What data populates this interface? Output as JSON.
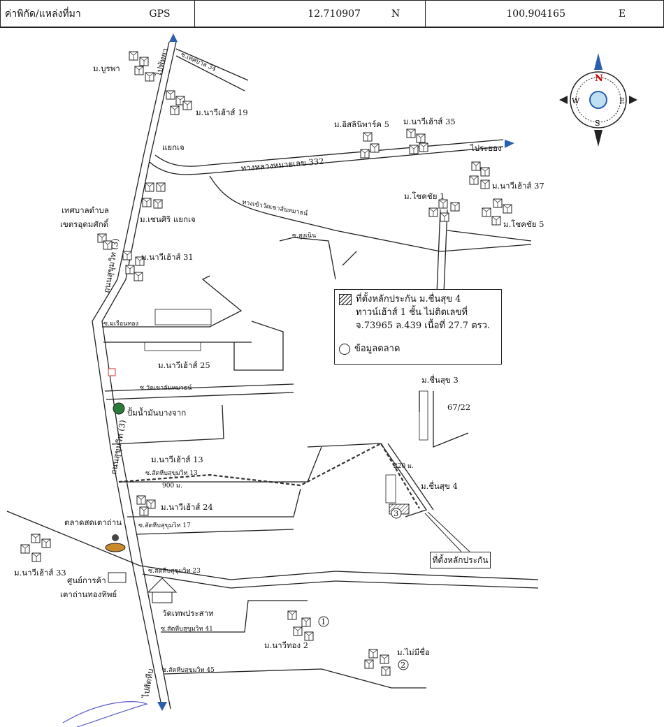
{
  "header": {
    "label": "ค่าพิกัด/แหล่งที่มา",
    "source": "GPS",
    "latitude": "12.710907",
    "lat_dir": "N",
    "longitude": "100.904165",
    "lon_dir": "E"
  },
  "compass": {
    "n": "N",
    "s": "S",
    "e": "E",
    "w": "W"
  },
  "legend": {
    "line1": "ที่ตั้งหลักประกัน ม.ชื่นสุข 4",
    "line2": "ทาวน์เฮ้าส์ 1 ชั้น  ไม่ติดเลขที่",
    "line3": "จ.73965  ล.439 เนื้อที่ 27.7 ตรว.",
    "market": "ข้อมูลตลาด"
  },
  "callout": "ที่ตั้งหลักประกัน",
  "labels": {
    "m_burapha": "ม.บูรพา",
    "soi_thesaban34": "ซ.เทศบาล 34",
    "to_pattaya": "ไปพัทยา",
    "navy19": "ม.นาวีเฮ้าส์ 19",
    "yaek_jae": "แยกเจ",
    "hwy332": "ทางหลวงหมายเลข 332",
    "to_rayong": "ไประยอง",
    "isara5": "ม.อิสลินิพาร์ค 5",
    "navy35": "ม.นาวีเฮ้าส์ 35",
    "navy37": "ม.นาวีเฮ้าส์ 37",
    "road_temple": "ทางเข้าวัดเขาลันทมาธน์",
    "chokchai1": "ม.โชคชัย 1",
    "chokchai5": "ม.โชคชัย 5",
    "thesaban_a": "เทศบาลตำบล",
    "thesaban_b": "เขตรอุดมศักดิ์",
    "sensiri": "ม.เซนศิริ แยกเจ",
    "soi_sungnoen": "ซ.สูงเนิน",
    "navy31": "ม.นาวีเฮ้าส์ 31",
    "sukhumvit_road_a": "ถนนสุขุมวิท (3)",
    "soi_ruenthong": "ซ.มเรือนทอง",
    "navy25": "ม.นาวีเฮ้าส์ 25",
    "soi_khaolan": "ซ.วัดเขาลันทมาธน์",
    "chuensuk3": "ม.ชื่นสุข 3",
    "addr_6722": "67/22",
    "gas_station": "ปั้มน้ำมันบางจาก",
    "sukhumvit_road_b": "ถนนสุขุมวิท (3)",
    "navy13": "ม.นาวีเฮ้าส์ 13",
    "soi_skv13": "ซ.สัตหีบสุขุมวิท 13",
    "dist_220": "220 ม.",
    "dist_900": "900 ม.",
    "chuensuk4": "ม.ชื่นสุข 4",
    "navy24": "ม.นาวีเฮ้าส์ 24",
    "soi_skv17": "ซ.สัตหีบสุขุมวิท 17",
    "market_tao": "ตลาดสดเตาถ่าน",
    "navy33": "ม.นาวีเฮ้าส์ 33",
    "soi_skv23": "ซ.สัตหีบสุขุมวิท 23",
    "shop_a": "ศูนย์การค้า",
    "shop_b": "เตาถ่านทองทิพย์",
    "wat": "วัดเทพประสาท",
    "soi_skv41": "ซ.สัตหีบสุขุมวิท 41",
    "navy_thong2": "ม.นาวีทอง 2",
    "no_name": "ม.ไม่มีชื่อ",
    "soi_skv45": "ซ.สัตหีบสุขุมวิท 45",
    "to_sattahip": "ไปสัตหีบ",
    "mk1": "1",
    "mk2": "2",
    "mk3": "3"
  }
}
